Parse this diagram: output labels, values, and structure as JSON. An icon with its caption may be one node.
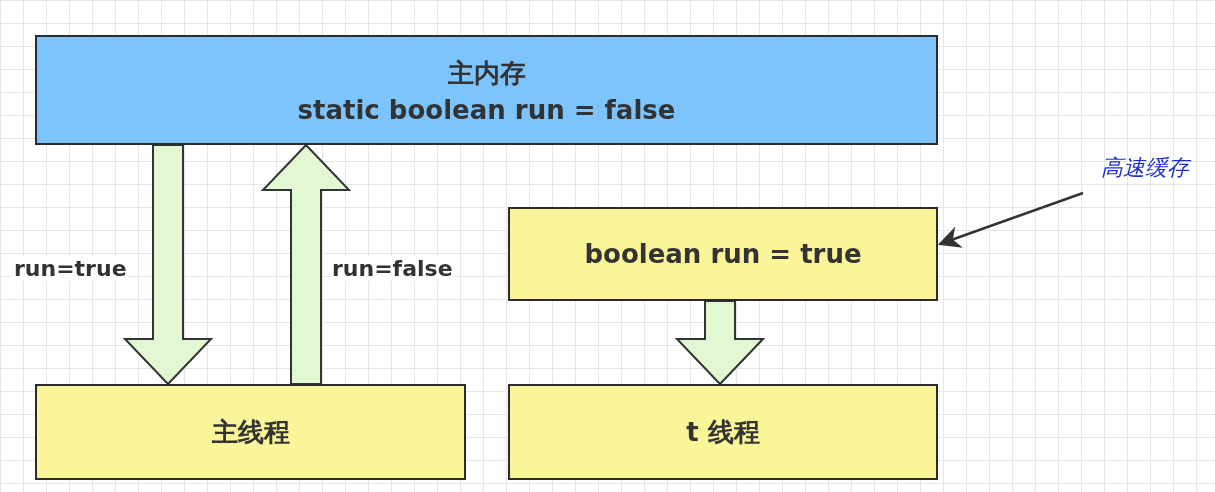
{
  "diagram": {
    "nodes": [
      {
        "text": [
          "主内存",
          "static boolean run = false"
        ]
      },
      {
        "text": [
          "boolean run = true"
        ]
      },
      {
        "text": [
          "主线程"
        ]
      },
      {
        "text": [
          "t 线程"
        ]
      },
      {
        "text": [
          "高速缓存"
        ]
      }
    ],
    "edges": [
      {
        "from": 0,
        "to": 2,
        "arrow": "to",
        "label": "run=true",
        "style": "thick"
      },
      {
        "from": 2,
        "to": 0,
        "arrow": "to",
        "label": "run=false",
        "style": "thick"
      },
      {
        "from": 1,
        "to": 3,
        "arrow": "to",
        "style": "thick"
      },
      {
        "from": 4,
        "to": 1,
        "arrow": "to"
      }
    ]
  }
}
